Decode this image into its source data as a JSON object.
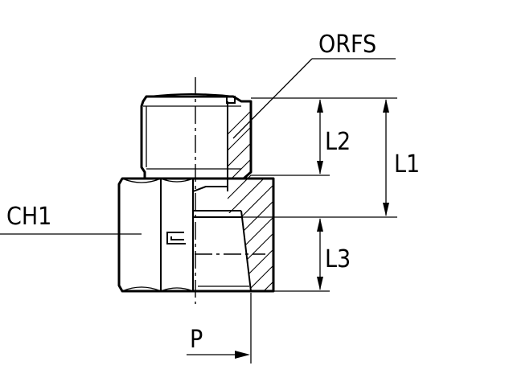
{
  "labels": {
    "orfs": "ORFS",
    "ch1": "CH1",
    "l1": "L1",
    "l2": "L2",
    "l3": "L3",
    "p": "P"
  },
  "colors": {
    "line": "#000000",
    "background": "#ffffff"
  },
  "icons": {
    "logo": "brand-mark-icon"
  }
}
